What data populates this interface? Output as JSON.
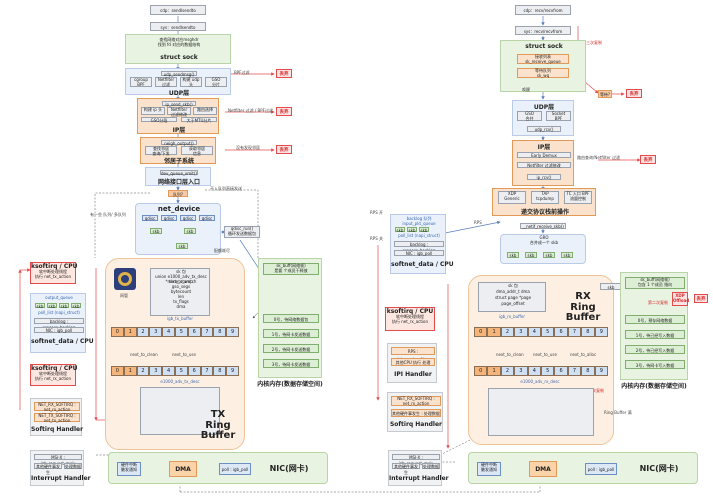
{
  "colors": {
    "accent_red": "#e44c4c",
    "orange": "#f4b57c",
    "blue": "#6d8fc4",
    "green": "#7fae6f"
  },
  "tx": {
    "cmd": "cdp：sendlsendto",
    "syscall": "sys：sendlsendto",
    "sock_note": "查找网络对应msghdr\n找到 fd 对应的数据结构",
    "struct_sock": "struct sock",
    "udp_sendmsg": "udp_sendmsg()",
    "udp_cells": [
      "cgroup\nBPF",
      "Netfilter\n过滤",
      "构建 udp 头",
      "GSO\n分片"
    ],
    "udp_layer": "UDP层",
    "bpf_filter": "BPF过滤",
    "drop": "丢弃",
    "ip_send": "ip_send_skb()",
    "ip_cells": [
      "构建 ip 头",
      "Netfilter\n过滤修改",
      "路由选择"
    ],
    "gso_frag": "GSO分段",
    "mtu_frag": "大于MTU分片",
    "nf_bpf": "Netfilter 过滤 / BPF过滤",
    "ip_layer": "IP层",
    "neigh": "neigh_output()",
    "neigh_cells": [
      "查找邻居\n查询/下发",
      "获取邻居\n信息"
    ],
    "neigh_layer": "邻居子系统",
    "neigh_note": "没有发现邻居",
    "dev_queue": "dev_queue_xmit()",
    "qdisc": "网络接口层入口",
    "qdisc_q": "队列?",
    "no_queue": "不入队列直接发送",
    "multi_queue": "有一些 队列/ 多队列",
    "net_device": "net_device",
    "qdisc_cells": [
      "qdisc",
      "qdisc",
      "qdisc",
      "qdisc"
    ],
    "skb": "skb",
    "qdisc_run": "qdisc_run()\n循环发送数据包",
    "timer_note": "配额耗尽",
    "ksoftirq": "ksoftirq / CPU",
    "ksoftirq_desc": "软中断处理线程\n执行 net_tx_action",
    "output_queue": "output_queue",
    "poll_list": "poll_list (napi_struct)",
    "backlog": "backlog : process_backlog",
    "nic_poll": "NIC : igb_poll",
    "softnet": "softnet_data / CPU",
    "ksoftirq2": "ksoftirq / CPU",
    "ksoftirq2_desc": "软中断处理线程\n执行 net_rx_action",
    "softirq_cells": [
      "NET_RX_SOFTIRQ :\nnet_rx_action",
      "NET_TX_SOFTIRQ :\nnet_tx_action"
    ],
    "softirq_handler": "Softirq Handler",
    "msi": "MSI-X : igb_request_msix",
    "irq_cells": [
      "其他硬件事发生",
      "处理数据"
    ],
    "irq_handler": "Interrupt Handler",
    "tx_ring": "TX\nRing Buffer",
    "igb_tx": "igb_tx_buffer",
    "next_to_clean": "next_to_clean",
    "next_to_use": "next_to_use",
    "desc": "e1000_adv_tx_desc",
    "mem_note": "内核内存(数据存储空间)",
    "skb_free": "sk_buff(网络帧)\n是要 个成员干释放",
    "slots": [
      "0号，待网络数据包",
      "1号，待网卡发送数据",
      "2号，待网卡发送数据",
      "3号，待网卡发送数据"
    ],
    "dma": "DMA",
    "poll": "poll : igb_poll",
    "nic": "NIC(网卡)",
    "cpu_mem": "硬件中断\n触发通知",
    "logo_caption": "网管",
    "fields": [
      "sk 包",
      "union e1000_adv_tx_desc *next_to_watch",
      "time_stamp",
      "gso_segs",
      "bytecount",
      "len",
      "tx_flags",
      "dma"
    ]
  },
  "rx": {
    "cmd": "cdp：recv/recvfrom",
    "syscall": "sys：recv/recvfrom",
    "struct_sock": "struct sock",
    "sock_cells": [
      "接收列表\nsk_receive_queue",
      "等待队列\nsk_wq"
    ],
    "wake": "唤醒",
    "wait": "等待?",
    "drop": "丢弃",
    "third": "第三次复制",
    "udp_layer": "UDP层",
    "udp_cells": [
      "GSO\n合并",
      "Socket\nBPF"
    ],
    "udp_rcv": "udp_rcv()",
    "ip_layer": "IP层",
    "ip_cells": [
      "Early Demux",
      "Netfilter 过滤修改",
      "ip_rcv()"
    ],
    "nf_note": "路由查询/Netfilter 过滤",
    "proto": "递交协议栈前操作",
    "proto_cells": [
      "XDP\nGeneric",
      "TAP\ntcpdump",
      "TC 入口 BPF\n流量控制"
    ],
    "netif": "__netif_receive_skb()",
    "backlog_lbl": "backlog 队列\ninput_pkt_queue",
    "poll_list": "poll_list (napi_struct)",
    "backlog": "backlog : process_backlog",
    "nic_poll": "NIC : igb_poll",
    "softnet": "softnet_data / CPU",
    "gro": "GRO\n合并成一个 skb",
    "skb": "skb",
    "rps": "RPS",
    "rps_note": "RPS 关",
    "rps_on": "RPS 开",
    "ksoftirq": "ksoftirq / CPU",
    "ksoftirq_desc": "软中断处理线程\n执行 net_rx_action",
    "rps_handler": [
      "RPS : Ipi_send_softirq",
      "其他CPU 执行 处理"
    ],
    "ipi": "IPI Handler",
    "softirq_cells": [
      "NET_RX_SOFTIRQ :\nnet_rx_action",
      "其他硬件事发生 : 处理数据"
    ],
    "softirq_handler": "Softirq Handler",
    "msi": "MSI-X : igb_request_msix",
    "irq_cells": [
      "其他硬件事发生",
      "处理数据"
    ],
    "irq_handler": "Interrupt Handler",
    "rx_ring": "RX\nRing Buffer",
    "igb_rx": "igb_rx_buffer",
    "next_to_clean": "next_to_clean",
    "next_to_use": "next_to_use",
    "next_to_alloc": "next_to_alloc",
    "desc": "e1000_adv_rx_desc",
    "mem_note": "内核内存(数据存储空间)",
    "skb_free": "sk_buff(网络帧)\n包含 1 个成员 指向",
    "xdp": "XDP\nOffload",
    "slots": [
      "0号，预存网络数据",
      "1号，待已经写入数据",
      "2号，待已经写入数据",
      "3号，待网卡写入数据"
    ],
    "dma": "DMA",
    "poll": "poll : igb_poll",
    "nic": "NIC(网卡)",
    "cpu_mem": "硬件中断\n触发通知",
    "first": "第一次复制",
    "second": "第二次复制",
    "ring_buffer_note": "Ring Buffer 满",
    "fields": [
      "sk 包",
      "dma_addr_t dma",
      "struct page *page",
      "page_offset"
    ]
  },
  "ring_cells": [
    "0",
    "1",
    "2",
    "3",
    "4",
    "5",
    "6",
    "7",
    "8",
    "9"
  ]
}
